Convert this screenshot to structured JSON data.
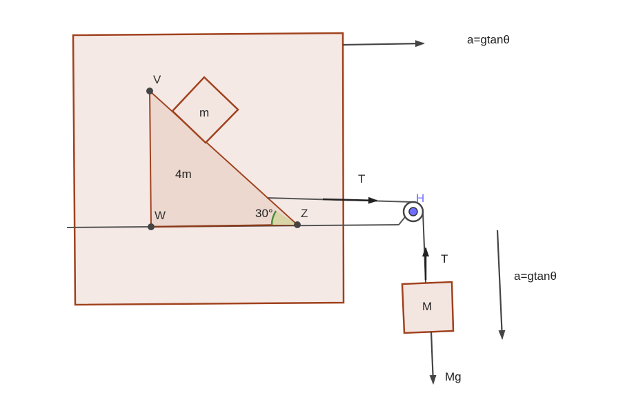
{
  "acceleration_top": "a=gtanθ",
  "acceleration_right": "a=gtanθ",
  "block_small_label": "m",
  "wedge_label": "4m",
  "angle_label": "30°",
  "point_v": "V",
  "point_w": "W",
  "point_z": "Z",
  "point_h": "H",
  "tension_top": "T",
  "tension_vertical": "T",
  "hanging_mass_label": "M",
  "weight_label": "Mg",
  "colors": {
    "box_fill": "#f5e9e5",
    "box_stroke": "#a0421e",
    "wedge_fill": "#ecd8cf",
    "block_fill": "#f3e5e0",
    "angle_arc": "#4b8b3b",
    "angle_fill": "#d9d5a7",
    "arrow": "#444444",
    "point": "#444444",
    "pulley_center": "#6f6fff"
  }
}
